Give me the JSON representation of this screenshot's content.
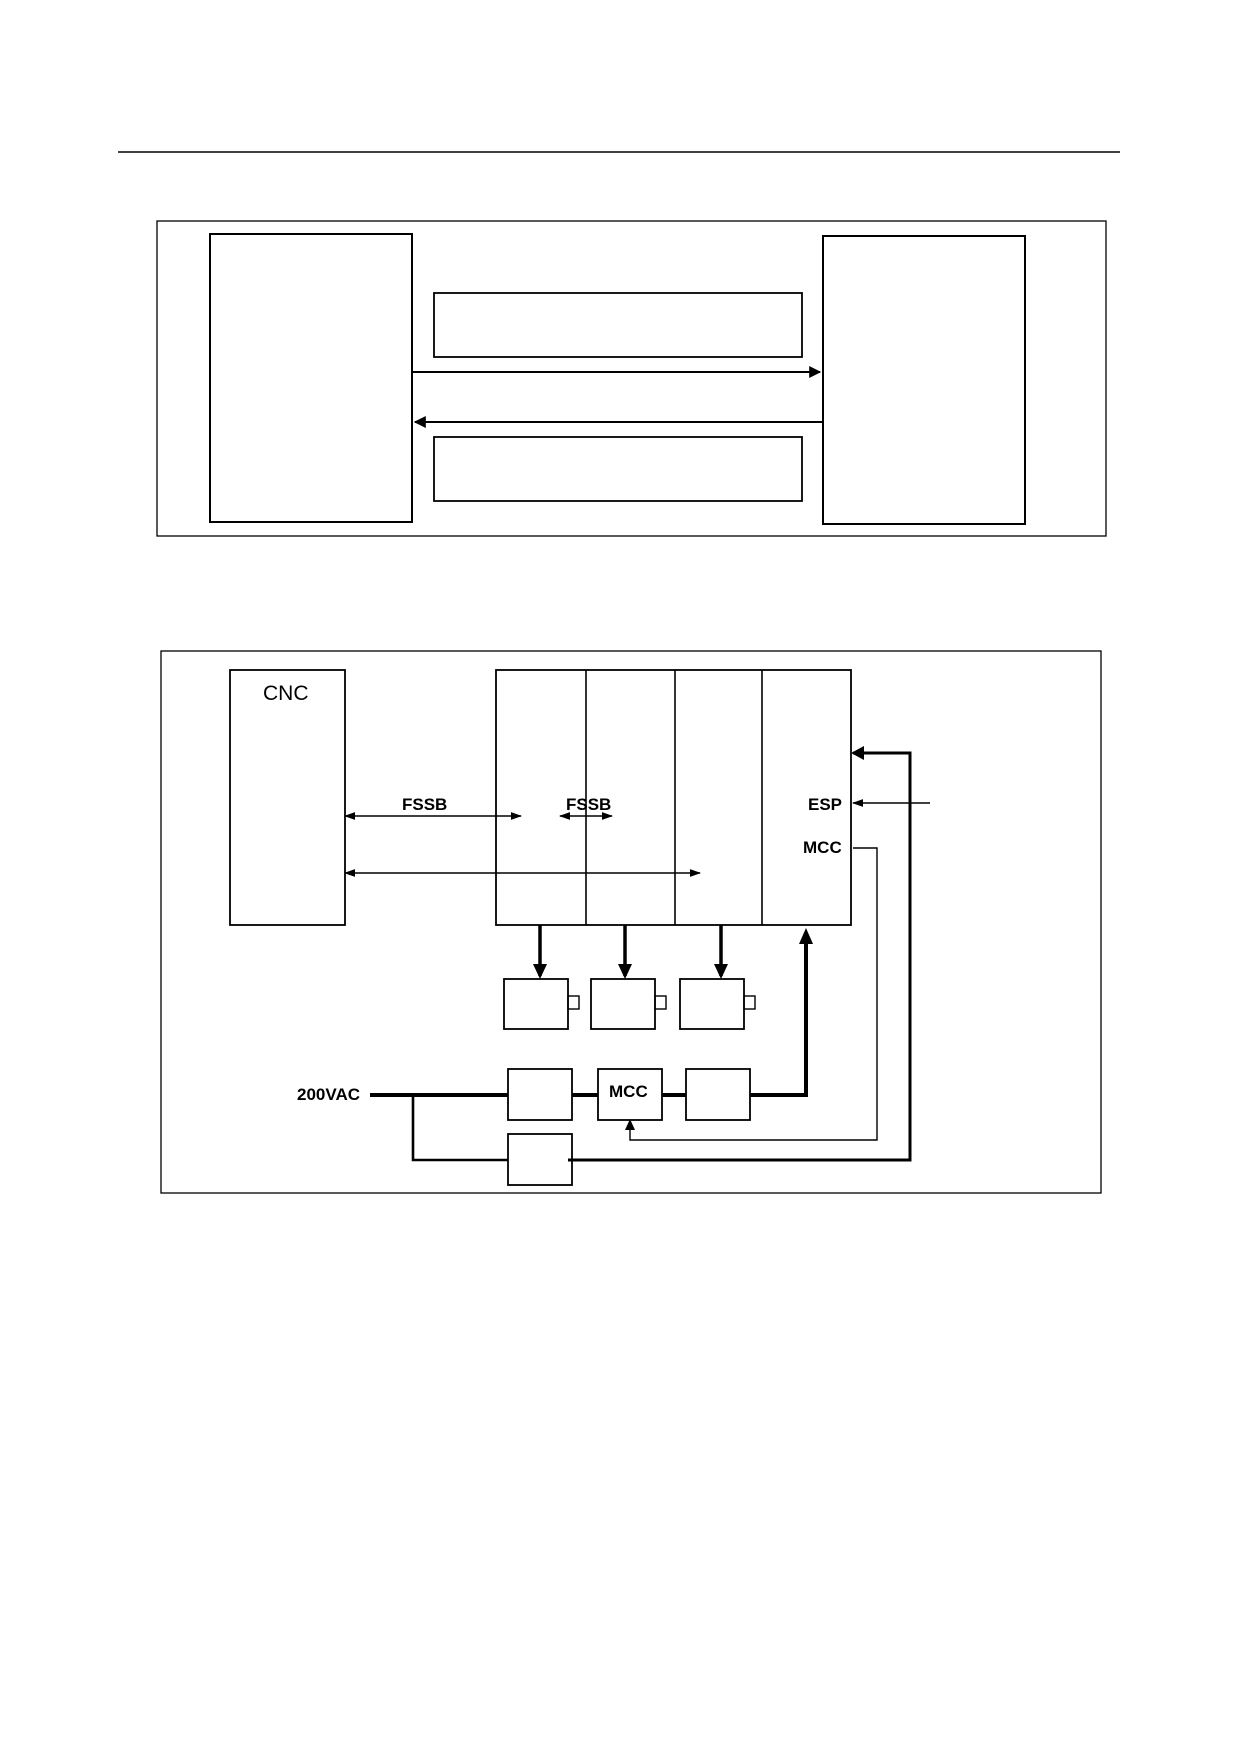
{
  "figure1": {
    "blocks": [
      "",
      "",
      "",
      ""
    ]
  },
  "figure2": {
    "cnc_label": "CNC",
    "fssb_label_1": "FSSB",
    "fssb_label_2": "FSSB",
    "esp_label": "ESP",
    "mcc_label_psm": "MCC",
    "mcc_box_label": "MCC",
    "power_input_label": "200VAC"
  },
  "colors": {
    "line": "#000000",
    "background": "#ffffff"
  }
}
